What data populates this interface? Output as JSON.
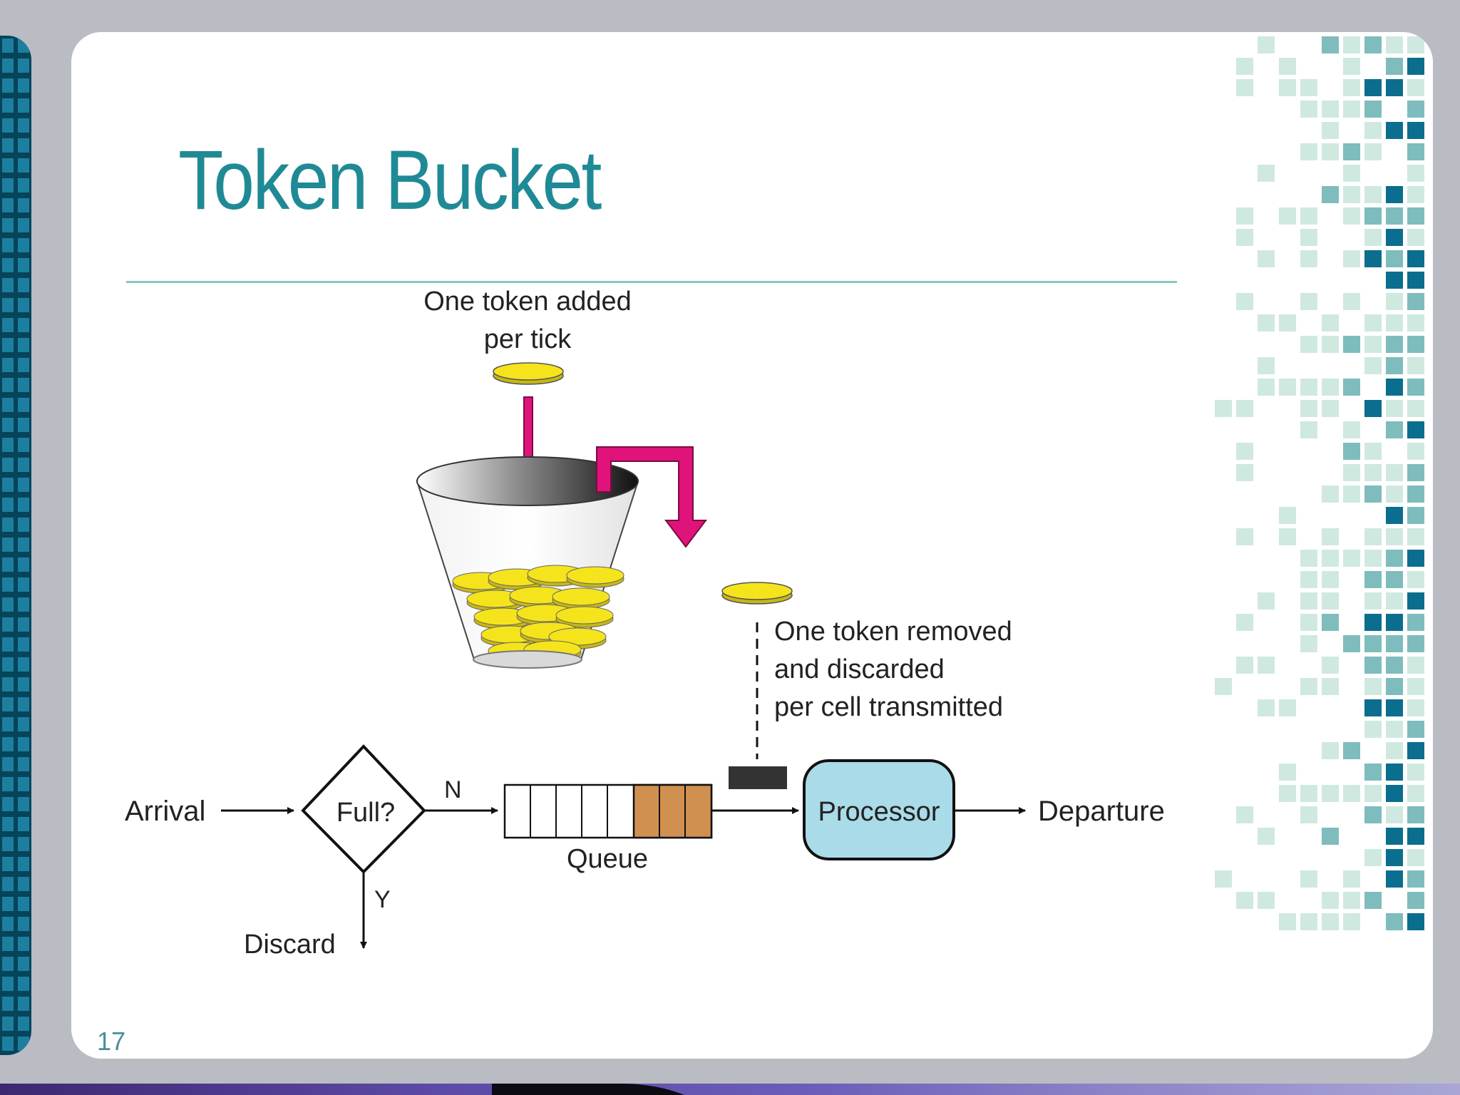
{
  "slide": {
    "title": "Token Bucket",
    "number": "17"
  },
  "diagram": {
    "token_added_line1": "One token added",
    "token_added_line2": "per tick",
    "token_removed_line1": "One token removed",
    "token_removed_line2": "and discarded",
    "token_removed_line3": "per cell transmitted",
    "arrival": "Arrival",
    "decision": "Full?",
    "no_branch": "N",
    "yes_branch": "Y",
    "discard": "Discard",
    "queue": "Queue",
    "processor": "Processor",
    "departure": "Departure"
  },
  "colors": {
    "title": "#1f8a95",
    "token_fill": "#f5e41c",
    "token_arrow": "#e0137a",
    "queue_filled": "#d09050",
    "processor_fill": "#a9dbe8",
    "mosaic_dark": "#0b6e8e",
    "mosaic_mid": "#7fbcbd",
    "mosaic_light": "#cfe9e0"
  }
}
